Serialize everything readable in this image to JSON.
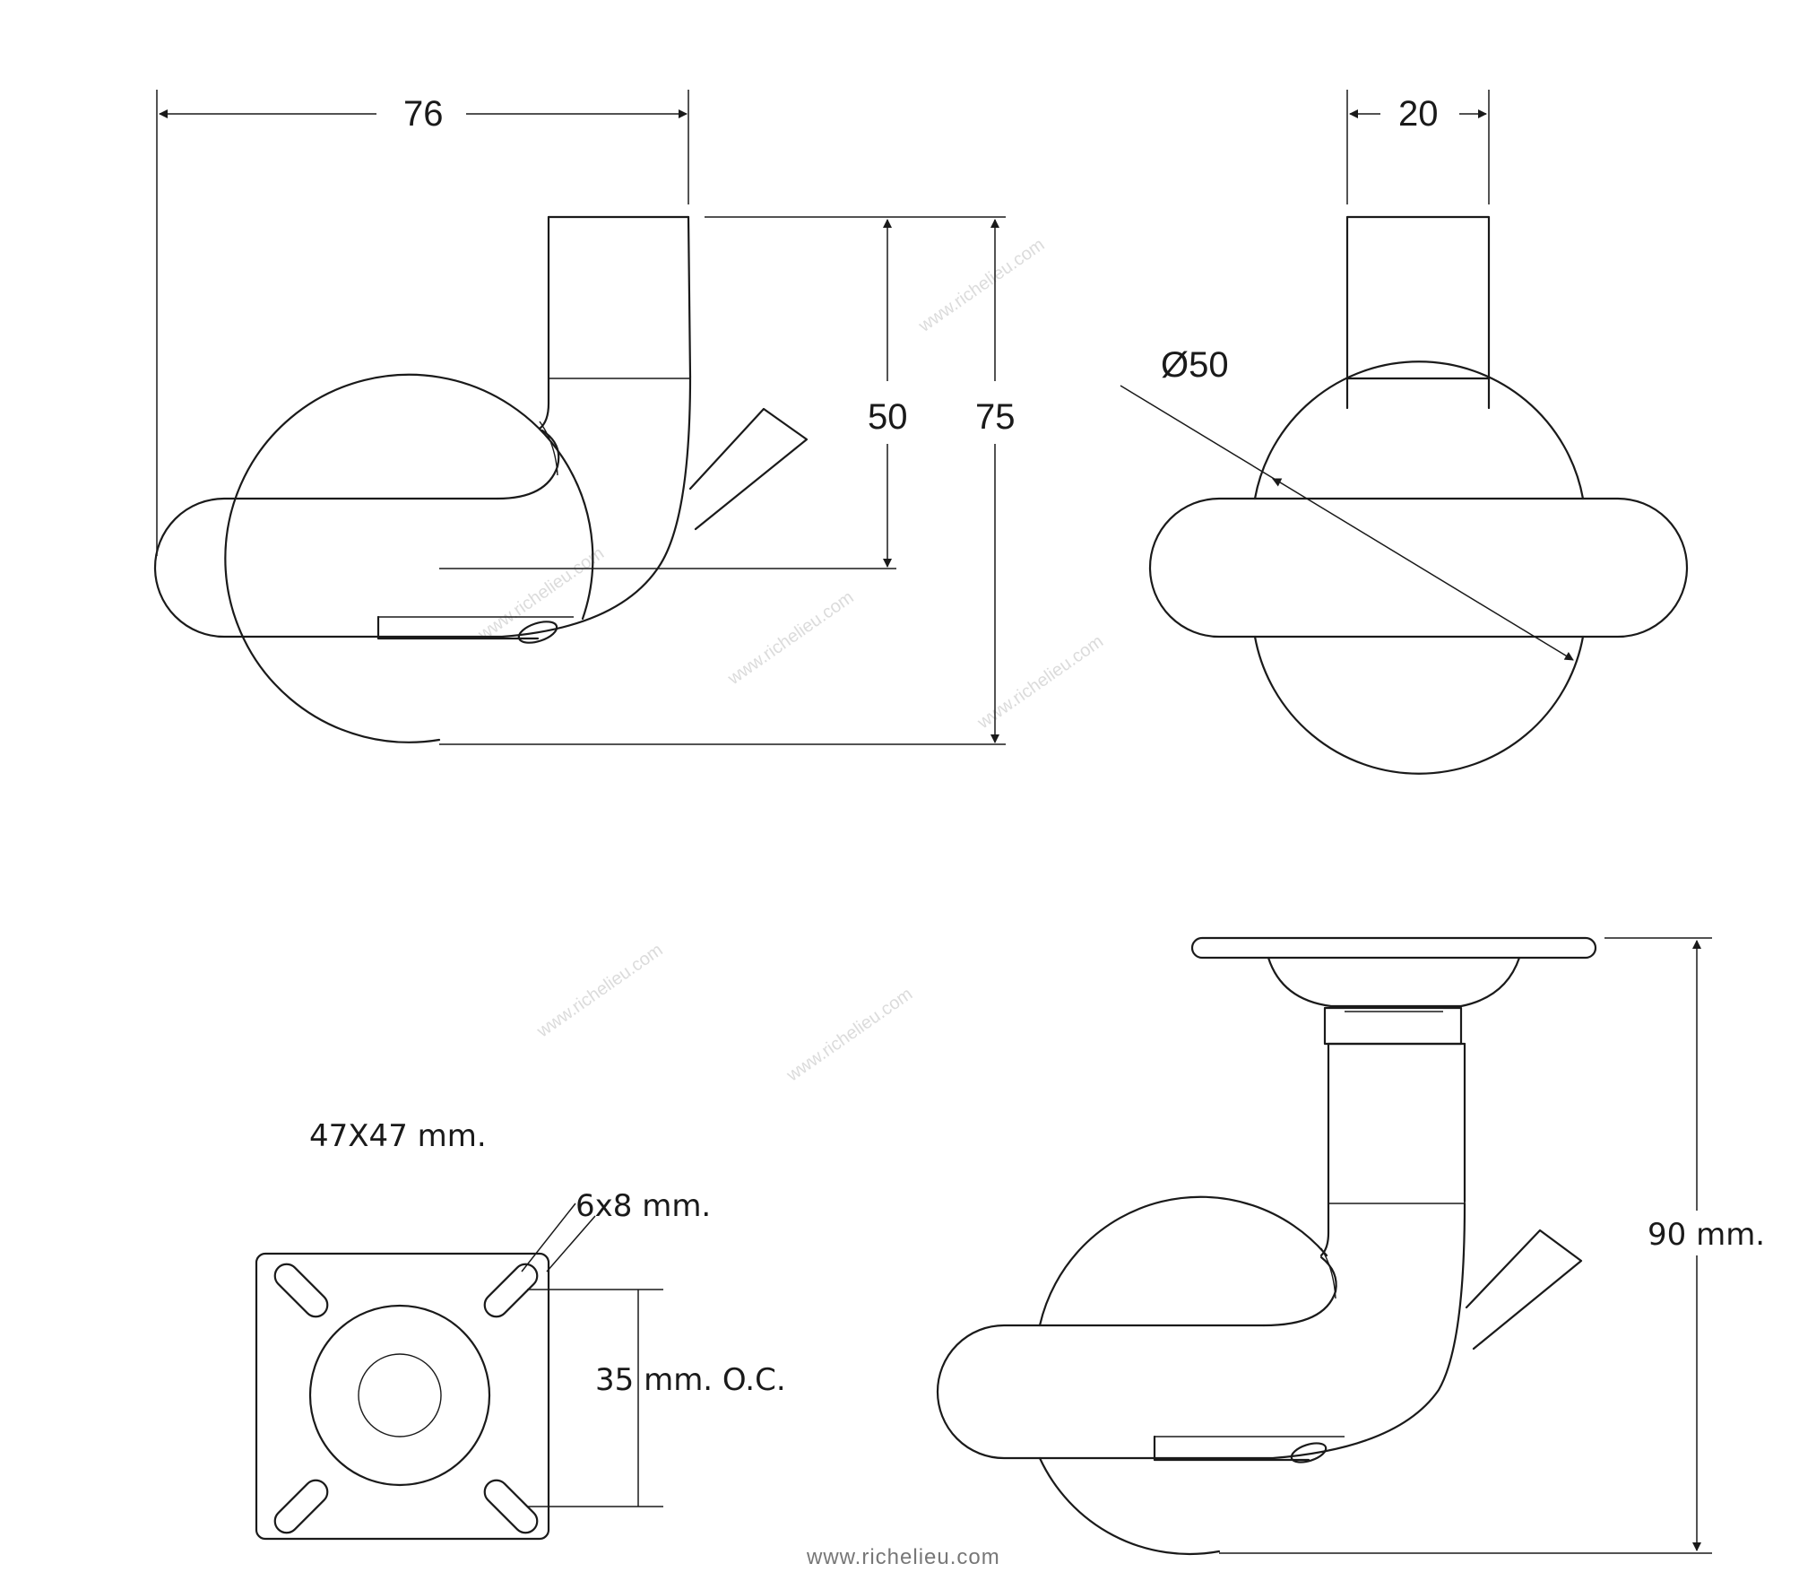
{
  "dimensions": {
    "width_top": "76",
    "stem_width": "20",
    "wheel_diameter": "Ø50",
    "axle_height": "50",
    "total_height": "75",
    "plate_size": "47X47 mm.",
    "slot_size": "6x8 mm.",
    "hole_spacing": "35 mm. O.C.",
    "overall_height": "90 mm."
  },
  "watermark": "www.richelieu.com",
  "colors": {
    "line": "#1a1a1a",
    "watermark": "#777777",
    "background": "#ffffff"
  }
}
